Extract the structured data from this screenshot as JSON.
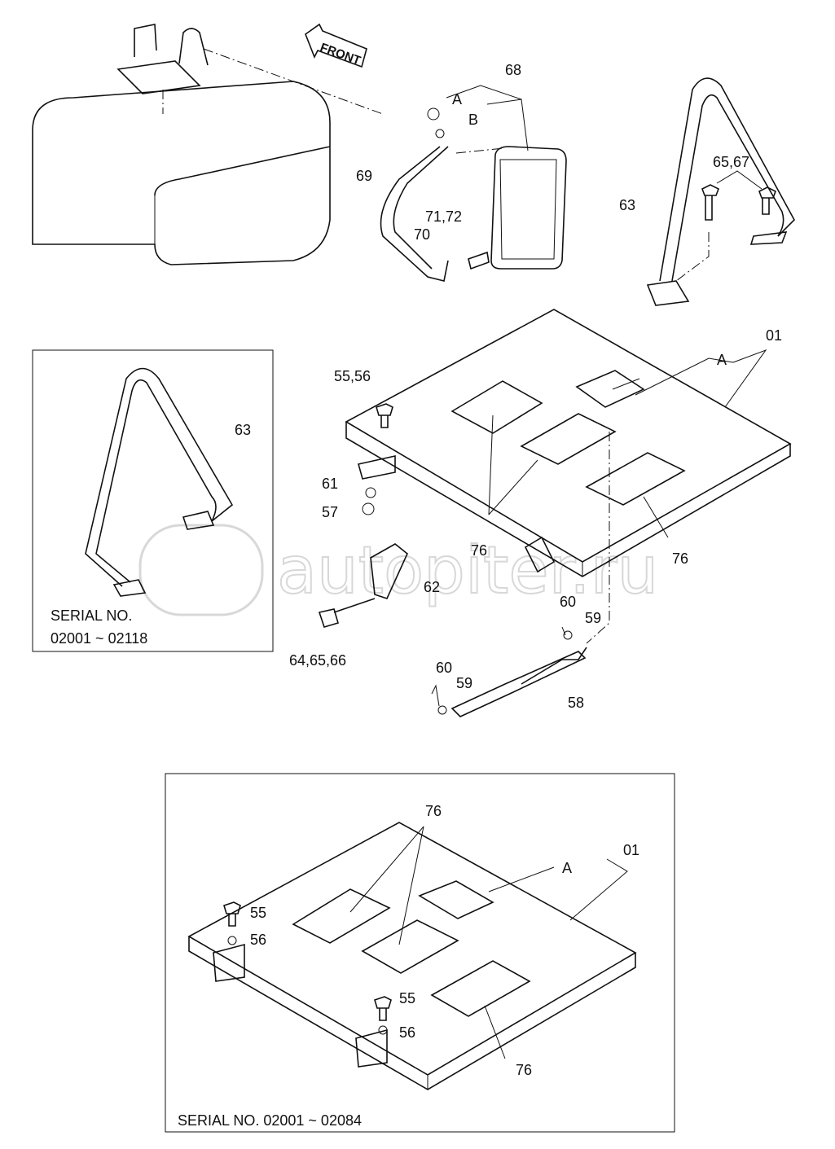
{
  "front_arrow": "FRONT",
  "watermark": "autopiter.ru",
  "mirror": {
    "label_a": "A",
    "label_b": "B",
    "mirror": "68",
    "stay": "69",
    "bolts": "71,72",
    "clamp": "70"
  },
  "handrail": {
    "bolts": "65,67",
    "rail": "63"
  },
  "cover": {
    "assembly": "01",
    "label_a": "A",
    "bolt": "55,56",
    "washer": "61",
    "nut": "57",
    "decal_left": "76",
    "decal_right": "76",
    "bracket": "62",
    "bolt_bracket": "64,65,66",
    "clip_top": "60",
    "washer_top": "59",
    "clip_bottom": "60",
    "washer_bottom": "59",
    "gas_spring": "58"
  },
  "inset_handrail": {
    "rail": "63",
    "serial_label": "SERIAL  NO.",
    "serial_range": "02001 ~ 02118"
  },
  "inset_cover": {
    "decal_top": "76",
    "label_a": "A",
    "assembly": "01",
    "bolt_1": "55",
    "washer_1": "56",
    "bolt_2": "55",
    "washer_2": "56",
    "decal_bottom": "76",
    "serial_text": "SERIAL  NO.  02001 ~ 02084"
  }
}
